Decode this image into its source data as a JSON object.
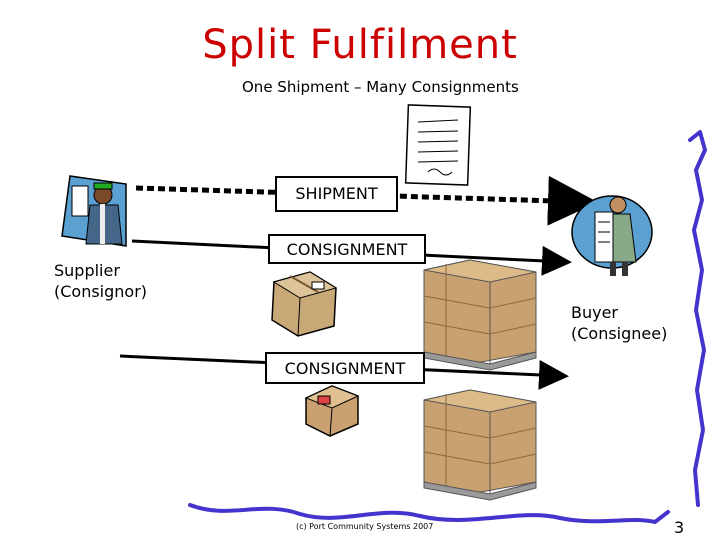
{
  "title": "Split Fulfilment",
  "subtitle": "One Shipment – Many Consignments",
  "labels": {
    "shipment": "SHIPMENT",
    "consignment_1": "CONSIGNMENT",
    "consignment_2": "CONSIGNMENT",
    "supplier_line1": "Supplier",
    "supplier_line2": "(Consignor)",
    "buyer_line1": "Buyer",
    "buyer_line2": "(Consignee)"
  },
  "footer": "(c) Port Community Systems 2007",
  "page_number": "3",
  "colors": {
    "title": "#cc0000",
    "decoration": "#4433cc",
    "box_brown": "#b08a5a",
    "pallet_gray": "#9a9a9a"
  },
  "icons": [
    "document-icon",
    "supplier-worker-icon",
    "buyer-person-icon",
    "parcel-icon",
    "small-box-icon",
    "pallet-boxes-icon"
  ]
}
